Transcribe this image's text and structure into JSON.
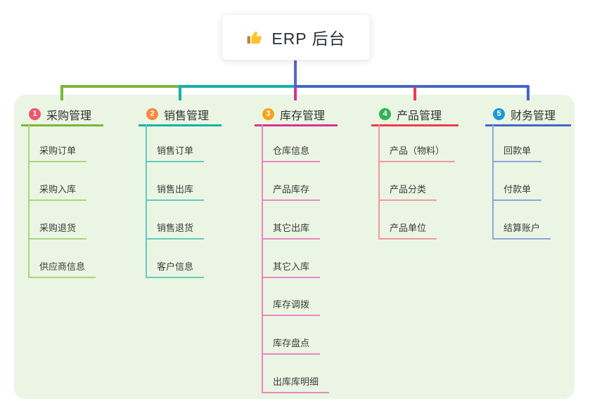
{
  "root": {
    "label": "ERP 后台",
    "icon": "thumbs-up-icon",
    "line_color": "#5868c8"
  },
  "canvas": {
    "background": "#ffffff",
    "panel_color": "#eaf6e3"
  },
  "branches": [
    {
      "badge": "1",
      "label": "采购管理",
      "color": "#7cb53b",
      "color_light": "#a9d480",
      "badge_color": "#f2566e",
      "children": [
        "采购订单",
        "采购入库",
        "采购退货",
        "供应商信息"
      ]
    },
    {
      "badge": "2",
      "label": "销售管理",
      "color": "#13b3a2",
      "color_light": "#63cabd",
      "badge_color": "#f9873f",
      "children": [
        "销售订单",
        "销售出库",
        "销售退货",
        "客户信息"
      ]
    },
    {
      "badge": "3",
      "label": "库存管理",
      "color": "#d4349a",
      "color_light": "#ee85c4",
      "badge_color": "#f9a31b",
      "children": [
        "仓库信息",
        "产品库存",
        "其它出库",
        "其它入库",
        "库存调拨",
        "库存盘点",
        "出库库明细"
      ]
    },
    {
      "badge": "4",
      "label": "产品管理",
      "color": "#ee3b52",
      "color_light": "#f3989d",
      "badge_color": "#2fb357",
      "children": [
        "产品（物料）",
        "产品分类",
        "产品单位"
      ]
    },
    {
      "badge": "5",
      "label": "财务管理",
      "color": "#4565c8",
      "color_light": "#8fa4da",
      "badge_color": "#1f97d4",
      "children": [
        "回款单",
        "付款单",
        "结算账户"
      ]
    }
  ]
}
